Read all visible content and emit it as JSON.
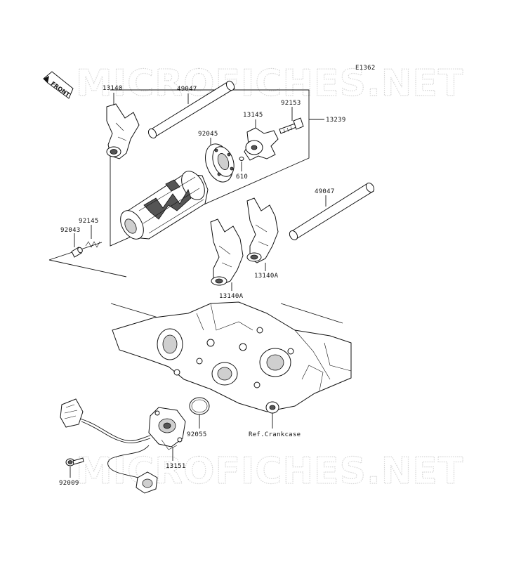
{
  "diagram": {
    "code": "E1362",
    "front_label": "FRONT",
    "watermark": "MICROFICHES.NET",
    "callouts": {
      "c13140": "13140",
      "c49047_top": "49047",
      "c13145": "13145",
      "c92153": "92153",
      "c13239": "13239",
      "c92045": "92045",
      "c610": "610",
      "c92145": "92145",
      "c92043": "92043",
      "c49047_right": "49047",
      "c13140A_right": "13140A",
      "c13140A_bottom": "13140A",
      "c92055": "92055",
      "c_ref": "Ref.Crankcase",
      "c13151": "13151",
      "c92009": "92009"
    }
  }
}
